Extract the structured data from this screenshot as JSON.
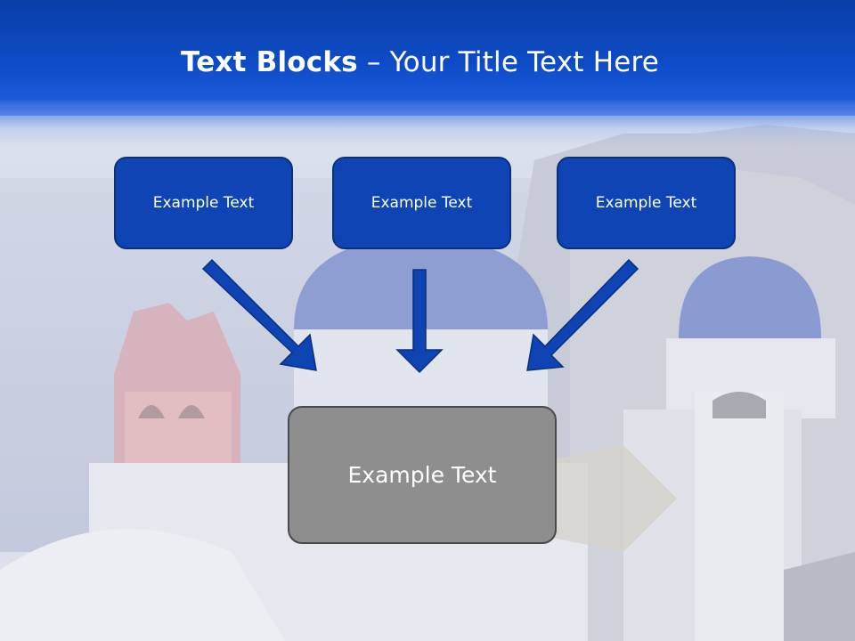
{
  "slide": {
    "title_bold": "Text Blocks",
    "title_separator": " – ",
    "title_rest": "Your Title Text Here"
  },
  "blocks": [
    {
      "label": "Example Text"
    },
    {
      "label": "Example Text"
    },
    {
      "label": "Example Text"
    }
  ],
  "target": {
    "label": "Example Text"
  },
  "colors": {
    "header": "#0e4bc6",
    "block_fill": "#0e44b3",
    "block_border": "#0a2f7c",
    "arrow": "#0e44b3",
    "target_fill": "#8e8e8e",
    "target_border": "#4a4a4a"
  }
}
